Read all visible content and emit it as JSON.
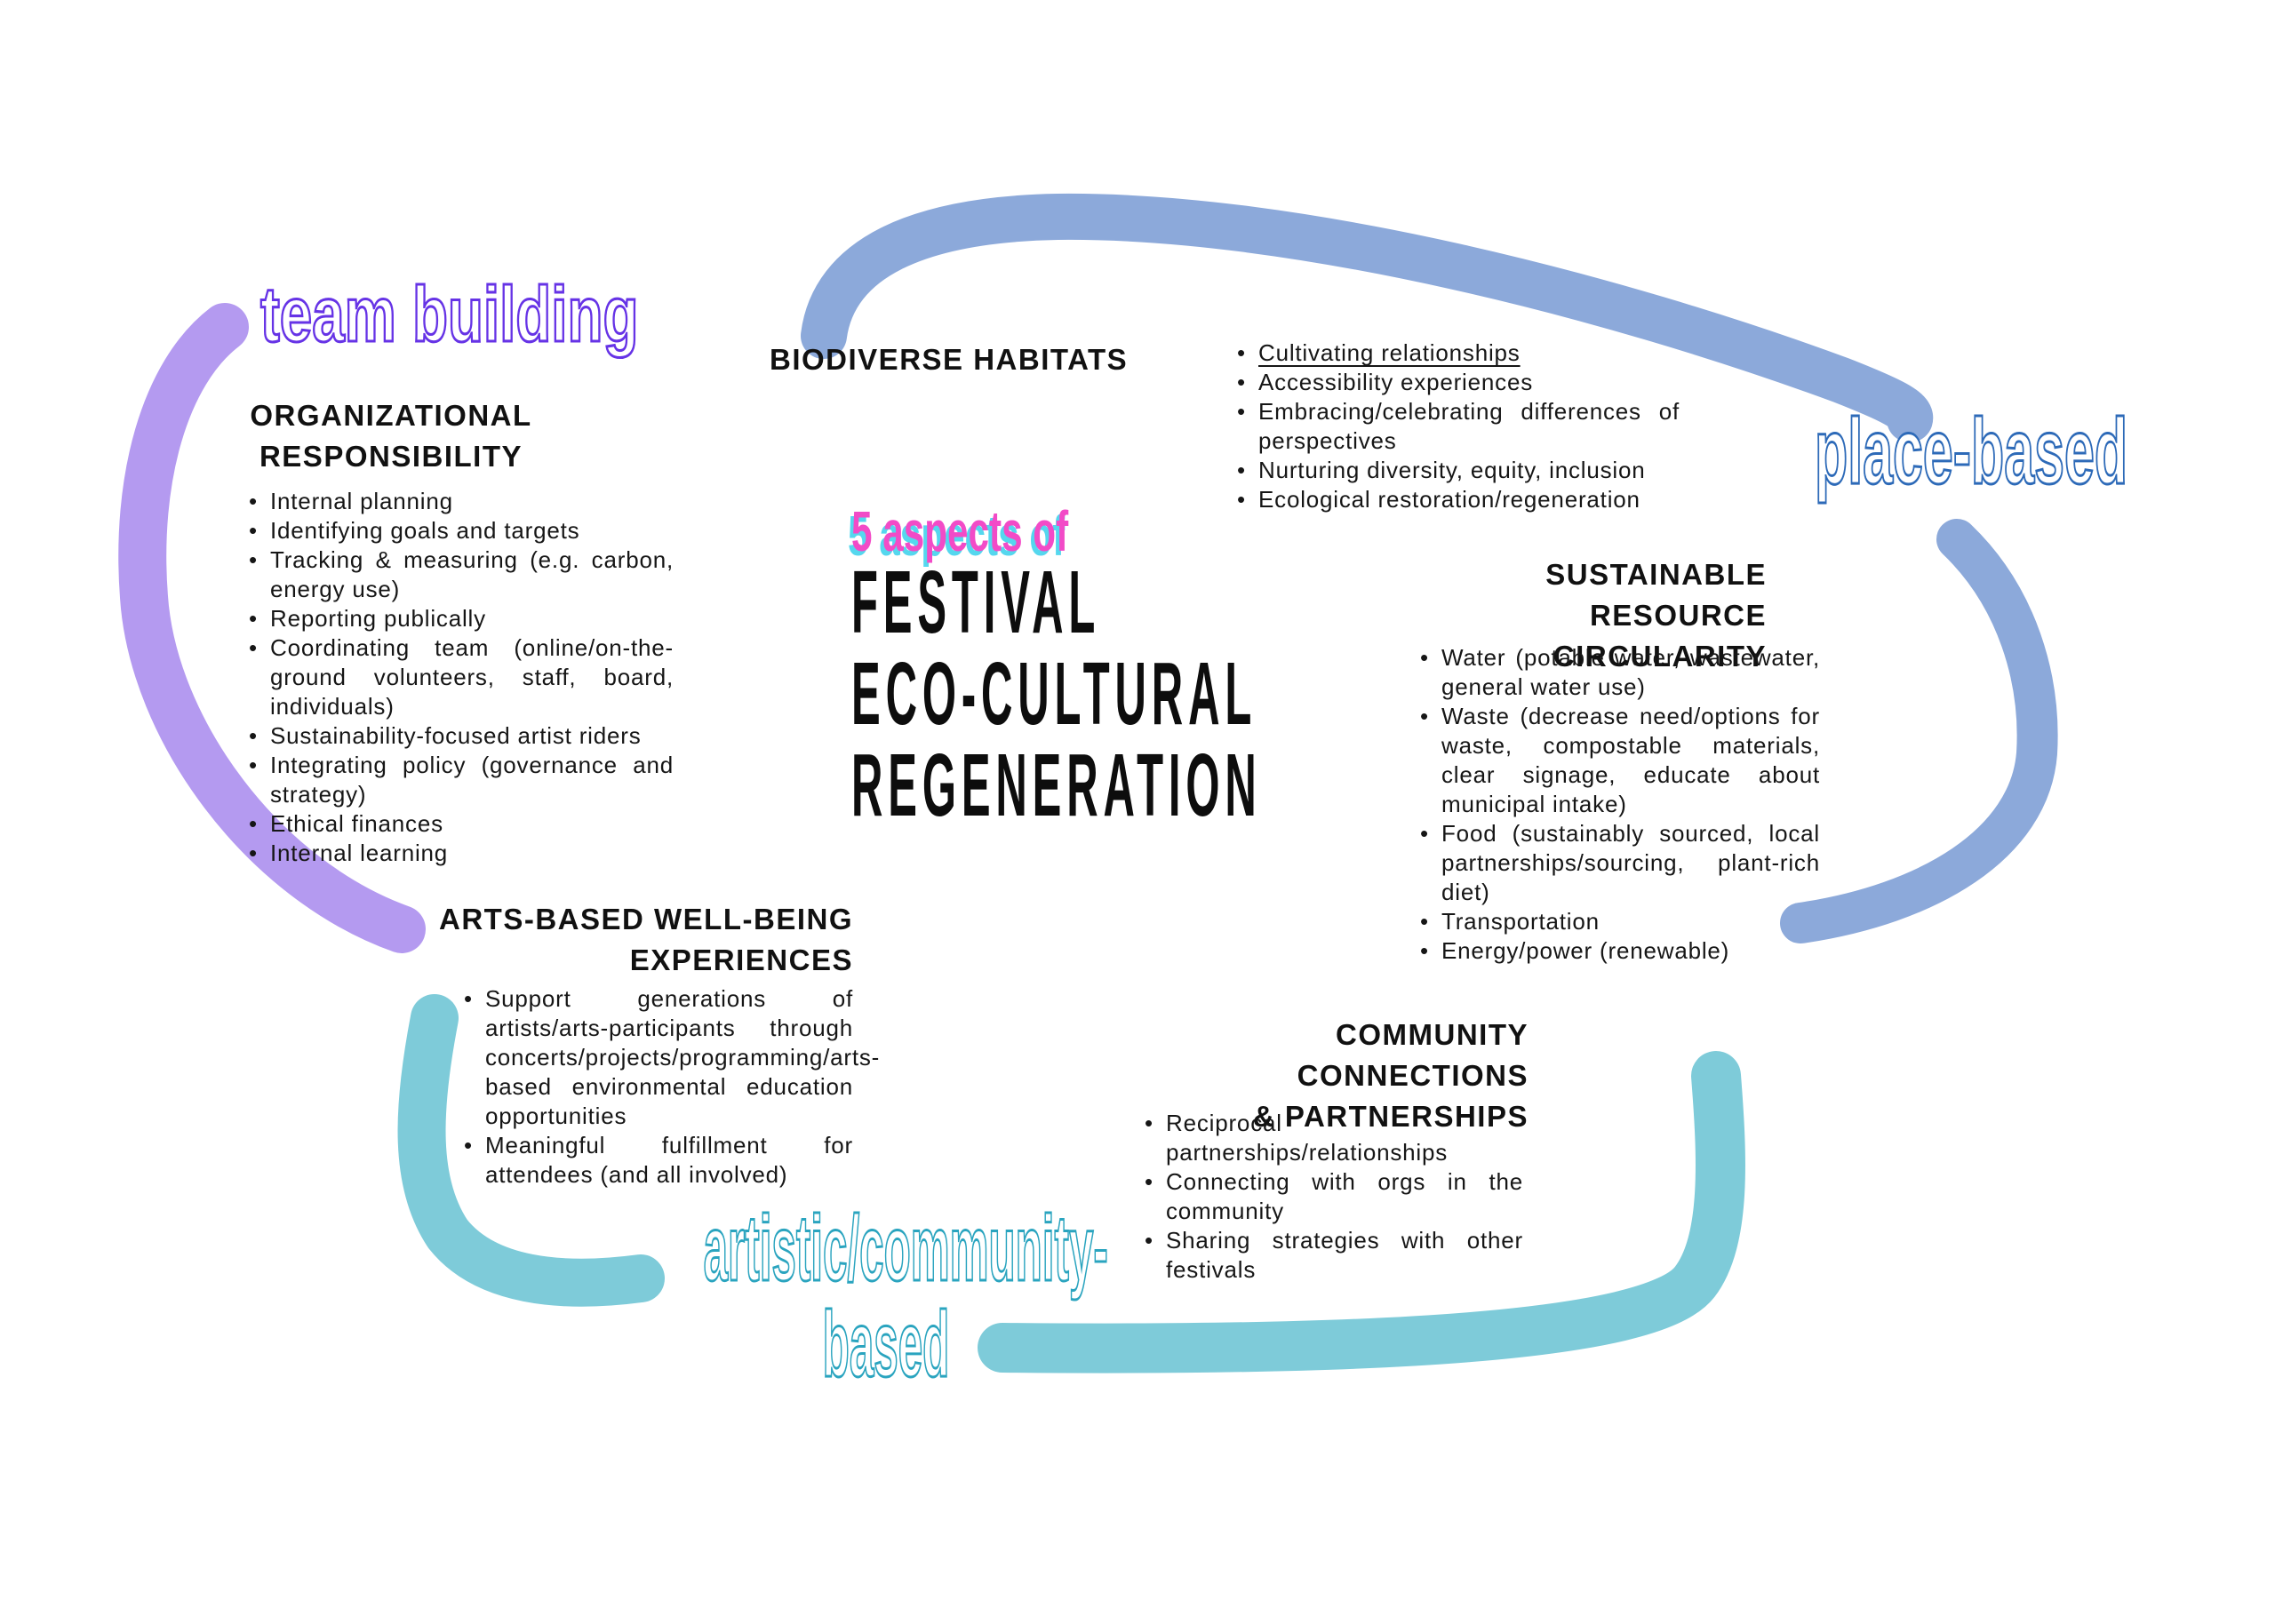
{
  "colors": {
    "purple_arc": "#b49af0",
    "blue_arc": "#8ca9da",
    "teal_arc": "#7ecbd9",
    "purple_outline": "#6633e6",
    "blue_outline": "#2d6ab8",
    "teal_outline": "#2aa4bf",
    "eyebrow_pink": "#f24bc7",
    "eyebrow_cyan_shadow": "#55d7ee",
    "text": "#151515"
  },
  "outline_labels": {
    "team_building": "team building",
    "place_based": "place-based",
    "artistic_community": "artistic/community-based"
  },
  "center_title": {
    "eyebrow": "5 aspects of",
    "line1": "FESTIVAL",
    "line2": "ECO-CULTURAL",
    "line3": "REGENERATION"
  },
  "sections": {
    "organizational": {
      "title_line1": "ORGANIZATIONAL",
      "title_line2": "RESPONSIBILITY",
      "bullets": [
        "Internal planning",
        "Identifying goals and targets",
        "Tracking & measuring (e.g. carbon, energy use)",
        "Reporting publically",
        "Coordinating team (online/on-the-ground volunteers, staff, board, individuals)",
        "Sustainability-focused artist riders",
        "Integrating policy (governance and strategy)",
        "Ethical finances",
        "Internal learning"
      ]
    },
    "biodiverse": {
      "title": "BIODIVERSE HABITATS",
      "bullets": [
        {
          "text": "Cultivating relationships",
          "underline": true
        },
        "Accessibility experiences",
        "Embracing/celebrating differences of perspectives",
        "Nurturing diversity, equity, inclusion",
        "Ecological restoration/regeneration"
      ]
    },
    "sustainable": {
      "title_line1": "SUSTAINABLE",
      "title_line2": "RESOURCE CIRCULARITY",
      "bullets": [
        "Water (potable water, wastewater, general water use)",
        "Waste (decrease need/options for waste, compostable materials, clear signage, educate about municipal intake)",
        "Food (sustainably sourced, local partnerships/sourcing, plant-rich diet)",
        "Transportation",
        "Energy/power (renewable)"
      ]
    },
    "arts": {
      "title_line1": "ARTS-BASED WELL-BEING",
      "title_line2": "EXPERIENCES",
      "bullets": [
        "Support generations of artists/arts-participants through concerts/projects/programming/arts-based environmental education opportunities",
        "Meaningful fulfillment for attendees (and all involved)"
      ]
    },
    "community": {
      "title_line1": "COMMUNITY CONNECTIONS",
      "title_line2": "& PARTNERSHIPS",
      "bullets": [
        "Reciprocal partnerships/relationships",
        "Connecting with orgs in the community",
        "Sharing strategies with other festivals"
      ]
    }
  }
}
